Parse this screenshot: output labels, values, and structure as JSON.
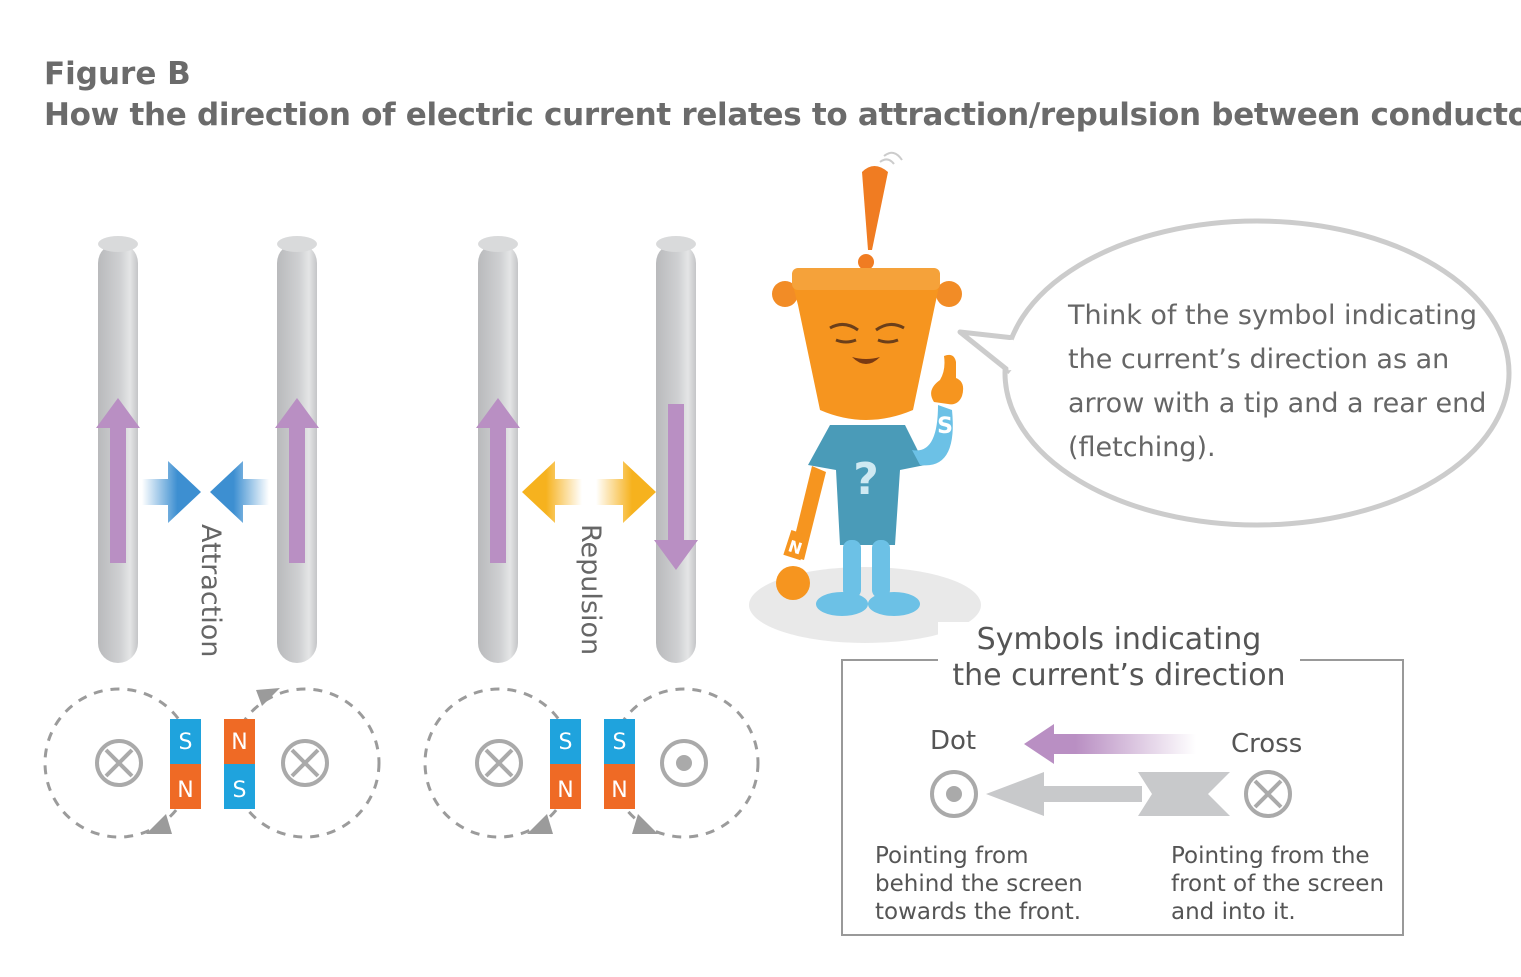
{
  "figure": {
    "label": "Figure B",
    "title": "How the direction of electric current relates to attraction/repulsion between conductors"
  },
  "panels": {
    "attraction": {
      "label": "Attraction",
      "magnets": [
        {
          "top": "S",
          "bottom": "N"
        },
        {
          "top": "N",
          "bottom": "S"
        }
      ]
    },
    "repulsion": {
      "label": "Repulsion",
      "magnets": [
        {
          "top": "S",
          "bottom": "N"
        },
        {
          "top": "S",
          "bottom": "N"
        }
      ]
    }
  },
  "character": {
    "shirt_symbol": "?",
    "arm_letters": {
      "left": "N",
      "right": "S"
    }
  },
  "speech_bubble": {
    "lines": [
      "Think of the symbol indicating",
      "the current’s direction as an",
      "arrow with a tip and a rear end",
      "(fletching)."
    ]
  },
  "legend": {
    "title_lines": [
      "Symbols indicating",
      "the current’s direction"
    ],
    "dot_label": "Dot",
    "cross_label": "Cross",
    "dot_description": [
      "Pointing from",
      "behind the screen",
      "towards the front."
    ],
    "cross_description": [
      "Pointing from the",
      "front of the screen",
      "and into it."
    ]
  },
  "colors": {
    "conductor": "#c8c9cb",
    "current_arrow": "#b98fc3",
    "attraction_arrow": "#3d8fd1",
    "repulsion_arrow": "#f6b21e",
    "magnet_blue": "#1fa3dd",
    "magnet_orange": "#ef6a25",
    "character_orange": "#f28c26",
    "shirt": "#4a9bb8"
  }
}
